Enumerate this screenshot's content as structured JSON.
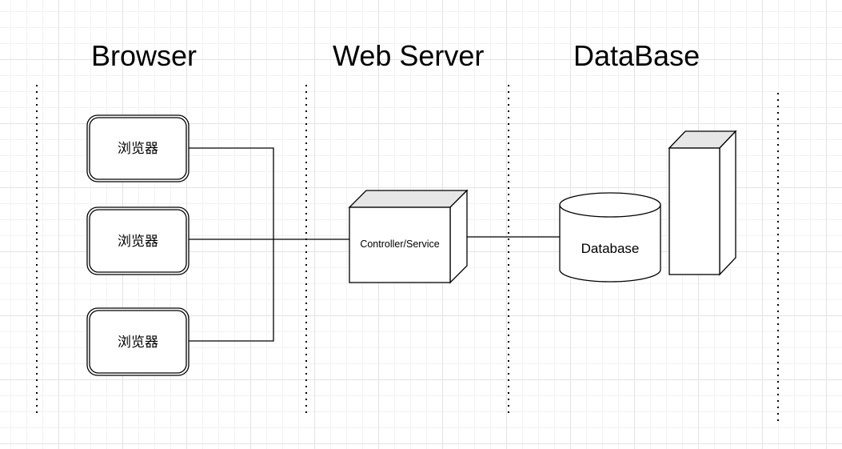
{
  "lanes": [
    {
      "title": "Browser"
    },
    {
      "title": "Web Server"
    },
    {
      "title": "DataBase"
    }
  ],
  "nodes": {
    "browsers": [
      {
        "label": "浏览器"
      },
      {
        "label": "浏览器"
      },
      {
        "label": "浏览器"
      }
    ],
    "server": {
      "label": "Controller/Service"
    },
    "database": {
      "label": "Database"
    }
  },
  "colors": {
    "stroke": "#000000",
    "cube_top": "#e6e6e6",
    "cube_side": "#ffffff",
    "grid_major": "#e3e3e3",
    "grid_minor": "#f2f2f2"
  }
}
